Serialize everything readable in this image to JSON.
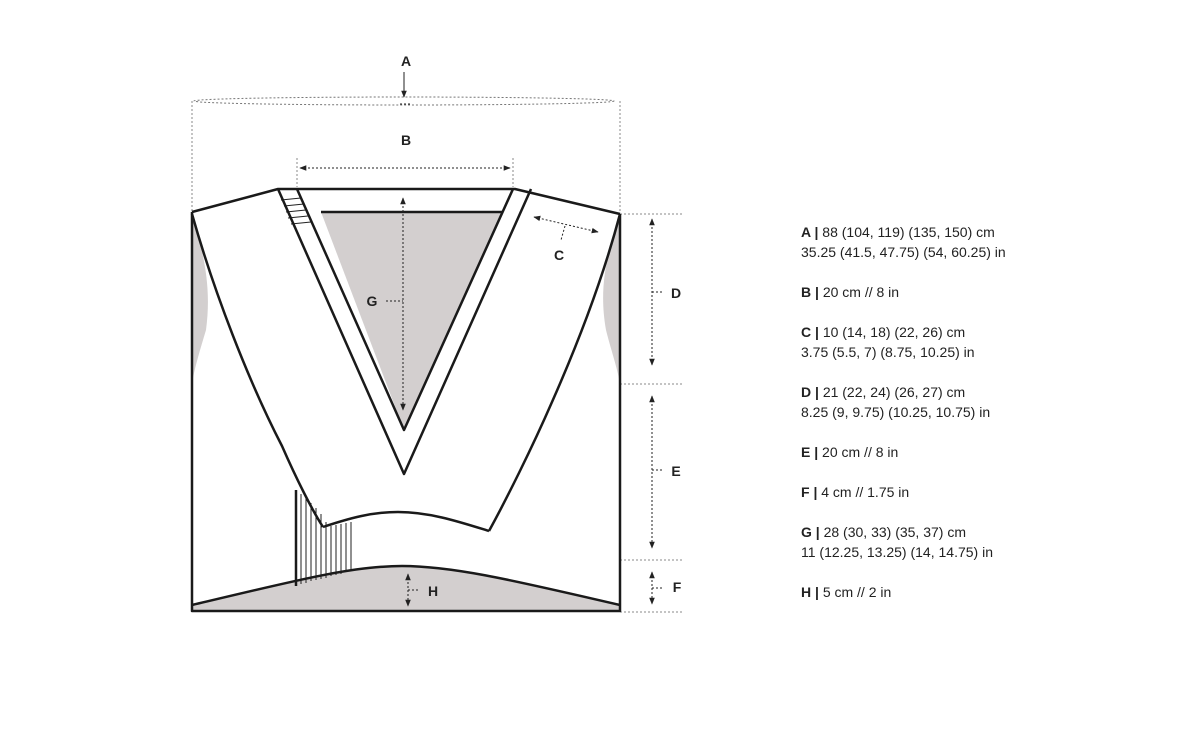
{
  "labels": {
    "a": "A",
    "b": "B",
    "c": "C",
    "d": "D",
    "e": "E",
    "f": "F",
    "g": "G",
    "h": "H"
  },
  "legend": [
    {
      "key": "A |",
      "cm": "88 (104, 119) (135, 150) cm",
      "in": "35.25 (41.5, 47.75) (54, 60.25) in"
    },
    {
      "key": "B |",
      "cm": "20 cm // 8 in",
      "in": ""
    },
    {
      "key": "C |",
      "cm": "10 (14, 18) (22, 26) cm",
      "in": "3.75 (5.5, 7) (8.75, 10.25) in"
    },
    {
      "key": "D |",
      "cm": "21 (22, 24) (26, 27) cm",
      "in": "8.25 (9, 9.75) (10.25, 10.75) in"
    },
    {
      "key": "E |",
      "cm": "20 cm // 8 in",
      "in": ""
    },
    {
      "key": "F |",
      "cm": "4 cm // 1.75 in",
      "in": ""
    },
    {
      "key": "G |",
      "cm": "28 (30, 33) (35, 37) cm",
      "in": "11 (12.25, 13.25) (14, 14.75) in"
    },
    {
      "key": "H |",
      "cm": "5 cm // 2 in",
      "in": ""
    }
  ]
}
